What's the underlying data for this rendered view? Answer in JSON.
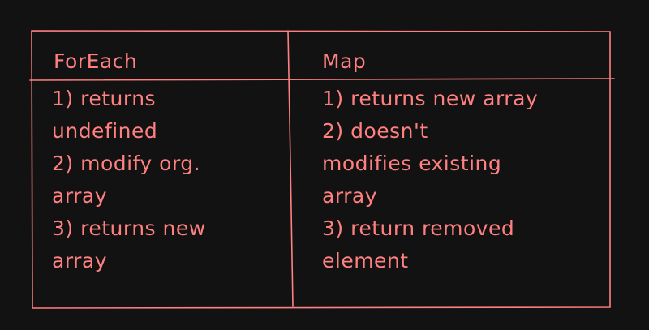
{
  "table": {
    "headers": [
      "ForEach",
      "Map"
    ],
    "foreach_lines": [
      "1) returns",
      "undefined",
      "2) modify org.",
      "array",
      "3) returns new",
      "array"
    ],
    "map_lines": [
      "1) returns new array",
      "2) doesn't",
      "modifies existing",
      "array",
      "3) return removed",
      "element"
    ]
  },
  "colors": {
    "background": "#121212",
    "ink": "#ff8080"
  }
}
